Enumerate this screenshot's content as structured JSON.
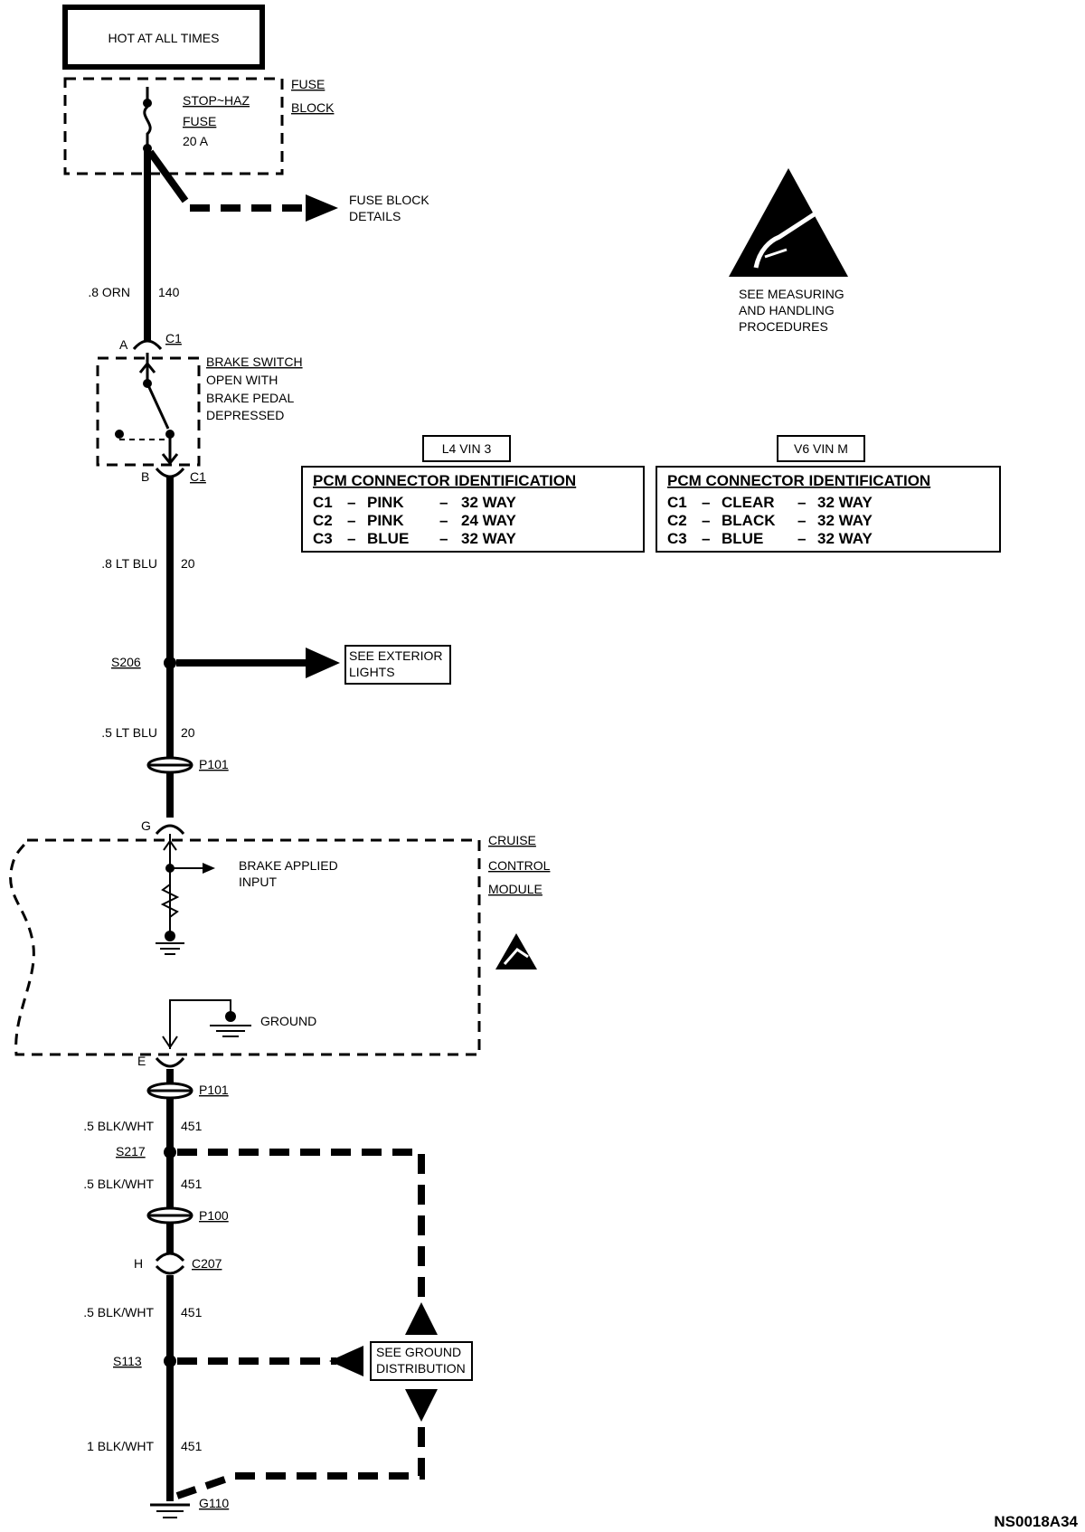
{
  "power": {
    "header": "HOT AT ALL TIMES"
  },
  "fuse_block": {
    "label_line1": "FUSE",
    "label_line2": "BLOCK",
    "fuse_line1": "STOP~HAZ",
    "fuse_line2": "FUSE",
    "fuse_line3": "20 A",
    "details_line1": "FUSE BLOCK",
    "details_line2": "DETAILS"
  },
  "wires": {
    "w1_gauge": ".8 ORN",
    "w1_circuit": "140",
    "w2_gauge": ".8 LT BLU",
    "w2_circuit": "20",
    "w3_gauge": ".5 LT BLU",
    "w3_circuit": "20",
    "w4_gauge": ".5 BLK/WHT",
    "w4_circuit": "451",
    "w5_gauge": ".5 BLK/WHT",
    "w5_circuit": "451",
    "w6_gauge": ".5 BLK/WHT",
    "w6_circuit": "451",
    "w7_gauge": "1 BLK/WHT",
    "w7_circuit": "451"
  },
  "brake_switch": {
    "pin_a": "A",
    "conn_a": "C1",
    "pin_b": "B",
    "conn_b": "C1",
    "line1": "BRAKE SWITCH",
    "line2": "OPEN WITH",
    "line3": "BRAKE PEDAL",
    "line4": "DEPRESSED"
  },
  "esd": {
    "line1": "SEE MEASURING",
    "line2": "AND HANDLING",
    "line3": "PROCEDURES"
  },
  "pcm_l4": {
    "engine": "L4 VIN 3",
    "title": "PCM CONNECTOR IDENTIFICATION",
    "rows": [
      {
        "conn": "C1",
        "color": "PINK",
        "way": "32 WAY"
      },
      {
        "conn": "C2",
        "color": "PINK",
        "way": "24 WAY"
      },
      {
        "conn": "C3",
        "color": "BLUE",
        "way": "32 WAY"
      }
    ]
  },
  "pcm_v6": {
    "engine": "V6 VIN M",
    "title": "PCM CONNECTOR IDENTIFICATION",
    "rows": [
      {
        "conn": "C1",
        "color": "CLEAR",
        "way": "32 WAY"
      },
      {
        "conn": "C2",
        "color": "BLACK",
        "way": "32 WAY"
      },
      {
        "conn": "C3",
        "color": "BLUE",
        "way": "32 WAY"
      }
    ]
  },
  "splices": {
    "s206": "S206",
    "s217": "S217",
    "s113": "S113",
    "exterior_line1": "SEE EXTERIOR",
    "exterior_line2": "LIGHTS",
    "ground_dist_line1": "SEE GROUND",
    "ground_dist_line2": "DISTRIBUTION"
  },
  "connectors": {
    "p101_top": "P101",
    "p101_bottom": "P101",
    "p100": "P100",
    "c207": "C207",
    "pin_g": "G",
    "pin_e": "E",
    "pin_h": "H"
  },
  "cruise_module": {
    "line1": "CRUISE",
    "line2": "CONTROL",
    "line3": "MODULE",
    "brake_input_line1": "BRAKE APPLIED",
    "brake_input_line2": "INPUT",
    "ground_label": "GROUND"
  },
  "ground": {
    "g110": "G110"
  },
  "figure_id": "NS0018A34"
}
